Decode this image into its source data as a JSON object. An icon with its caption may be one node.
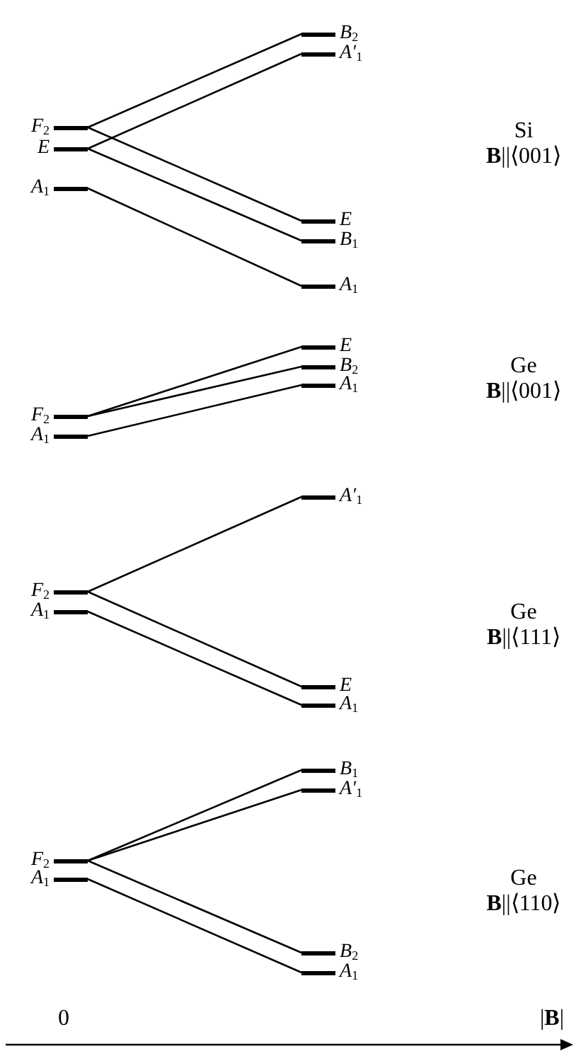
{
  "diagram": {
    "nodes": [
      {
        "text": [
          "B$_{2}$"
        ]
      },
      {
        "text": [
          "A′$_{1}$"
        ]
      },
      {
        "text": [
          "F$_{2}$"
        ]
      },
      {
        "text": [
          "E"
        ]
      },
      {
        "text": [
          "A$_{1}$"
        ]
      },
      {
        "text": [
          "E"
        ]
      },
      {
        "text": [
          "B$_{1}$"
        ]
      },
      {
        "text": [
          "A$_{1}$"
        ]
      },
      {
        "text": [
          "E"
        ]
      },
      {
        "text": [
          "B$_{2}$"
        ]
      },
      {
        "text": [
          "A$_{1}$"
        ]
      },
      {
        "text": [
          "F$_{2}$"
        ]
      },
      {
        "text": [
          "A$_{1}$"
        ]
      },
      {
        "text": [
          "A′$_{1}$"
        ]
      },
      {
        "text": [
          "F$_{2}$"
        ]
      },
      {
        "text": [
          "A$_{1}$"
        ]
      },
      {
        "text": [
          "E"
        ]
      },
      {
        "text": [
          "A$_{1}$"
        ]
      },
      {
        "text": [
          "B$_{1}$"
        ]
      },
      {
        "text": [
          "A′$_{1}$"
        ]
      },
      {
        "text": [
          "F$_{2}$"
        ]
      },
      {
        "text": [
          "A$_{1}$"
        ]
      },
      {
        "text": [
          "B$_{2}$"
        ]
      },
      {
        "text": [
          "A$_{1}$"
        ]
      }
    ],
    "edges": [
      {
        "from": 2,
        "to": 0,
        "arrow": "none"
      },
      {
        "from": 2,
        "to": 5,
        "arrow": "none"
      },
      {
        "from": 3,
        "to": 1,
        "arrow": "none"
      },
      {
        "from": 3,
        "to": 6,
        "arrow": "none"
      },
      {
        "from": 4,
        "to": 7,
        "arrow": "none"
      },
      {
        "from": 11,
        "to": 8,
        "arrow": "none"
      },
      {
        "from": 11,
        "to": 9,
        "arrow": "none"
      },
      {
        "from": 12,
        "to": 10,
        "arrow": "none"
      },
      {
        "from": 14,
        "to": 13,
        "arrow": "none"
      },
      {
        "from": 14,
        "to": 16,
        "arrow": "none"
      },
      {
        "from": 15,
        "to": 17,
        "arrow": "none"
      },
      {
        "from": 20,
        "to": 18,
        "arrow": "none"
      },
      {
        "from": 20,
        "to": 19,
        "arrow": "none"
      },
      {
        "from": 20,
        "to": 22,
        "arrow": "none"
      },
      {
        "from": 21,
        "to": 23,
        "arrow": "none"
      }
    ],
    "labels": [
      "Si",
      "**B**||⟨001⟩",
      "Ge",
      "**B**||⟨001⟩",
      "Ge",
      "**B**||⟨111⟩",
      "Ge",
      "**B**||⟨110⟩",
      "0",
      "|**B**|"
    ]
  }
}
